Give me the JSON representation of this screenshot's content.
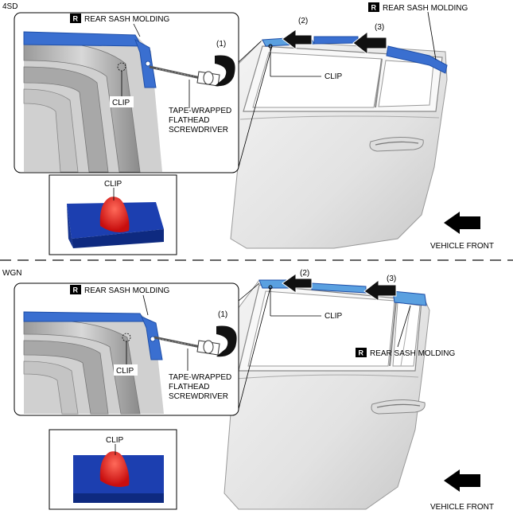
{
  "sections": [
    {
      "code": "4SD",
      "badge": "R",
      "molding_label": "REAR SASH MOLDING",
      "molding_label_2": "REAR SASH MOLDING",
      "clip_label": "CLIP",
      "clip_detail_label": "CLIP",
      "clip_door_label": "CLIP",
      "tool_label_1": "TAPE-WRAPPED",
      "tool_label_2": "FLATHEAD",
      "tool_label_3": "SCREWDRIVER",
      "step1": "(1)",
      "step2": "(2)",
      "step3": "(3)",
      "direction_label": "VEHICLE FRONT"
    },
    {
      "code": "WGN",
      "badge": "R",
      "molding_label": "REAR SASH MOLDING",
      "molding_label_2": "REAR SASH MOLDING",
      "clip_label": "CLIP",
      "clip_detail_label": "CLIP",
      "clip_door_label": "CLIP",
      "tool_label_1": "TAPE-WRAPPED",
      "tool_label_2": "FLATHEAD",
      "tool_label_3": "SCREWDRIVER",
      "step1": "(1)",
      "step2": "(2)",
      "step3": "(3)",
      "direction_label": "VEHICLE FRONT"
    }
  ],
  "colors": {
    "molding_blue": "#3a6fd0",
    "molding_light": "#5aa0e0",
    "clip_red": "#e02020",
    "block_blue": "#1c3fb0"
  }
}
